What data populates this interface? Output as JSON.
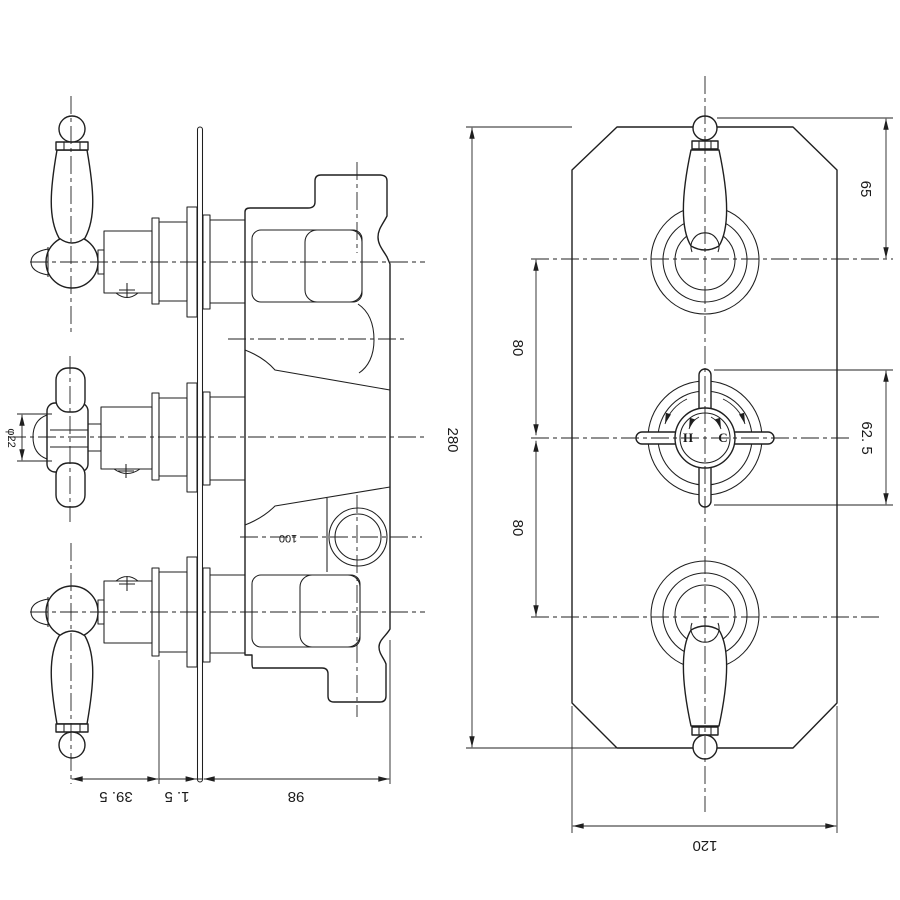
{
  "drawing": {
    "type": "technical-drawing",
    "subject": "triple thermostatic concealed shower valve",
    "line_color": "#1f1f1f",
    "background": "#ffffff",
    "side_view": {
      "dimensions": {
        "handle_projection": "39. 5",
        "plate_thickness": "1. 5",
        "body_depth": "98",
        "hub_diameter": "φ22"
      },
      "port_label": "100"
    },
    "front_view": {
      "dimensions": {
        "top_handle_offset": "65",
        "upper_handle_spacing": "80",
        "lower_handle_spacing": "80",
        "plate_height": "280",
        "cross_handle_span": "62. 5",
        "plate_width": "120"
      },
      "handle_markings": {
        "hot": "H",
        "cold": "C"
      }
    }
  }
}
